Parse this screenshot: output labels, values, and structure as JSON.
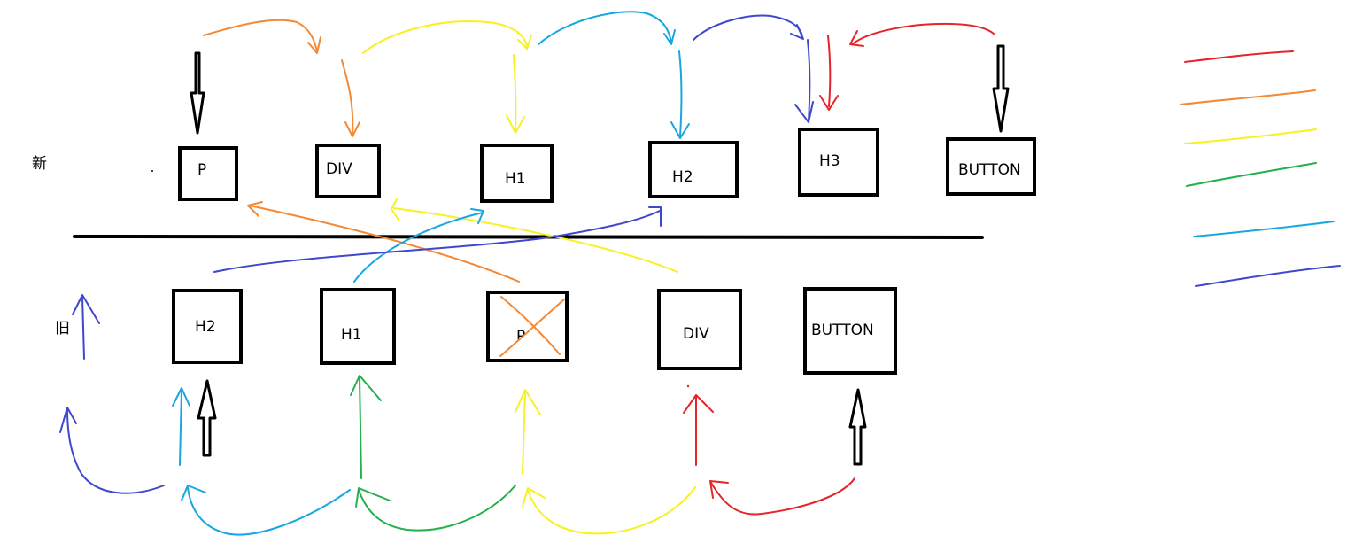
{
  "labels": {
    "new_row": "新",
    "old_row": "旧"
  },
  "new_nodes": [
    {
      "label": "P"
    },
    {
      "label": "DIV"
    },
    {
      "label": "H1"
    },
    {
      "label": "H2"
    },
    {
      "label": "H3"
    },
    {
      "label": "BUTTON"
    }
  ],
  "old_nodes": [
    {
      "label": "H2"
    },
    {
      "label": "H1"
    },
    {
      "label": "P"
    },
    {
      "label": "DIV"
    },
    {
      "label": "BUTTON"
    }
  ],
  "legend_colors": [
    "#e8242a",
    "#f58833",
    "#f7f122",
    "#22b14c",
    "#16a7e0",
    "#3f48cc"
  ],
  "colors": {
    "red": "#e8242a",
    "orange": "#f58833",
    "yellow": "#f7f122",
    "green": "#22b14c",
    "cyan": "#16a7e0",
    "blue": "#3f48cc",
    "black": "#000000"
  }
}
